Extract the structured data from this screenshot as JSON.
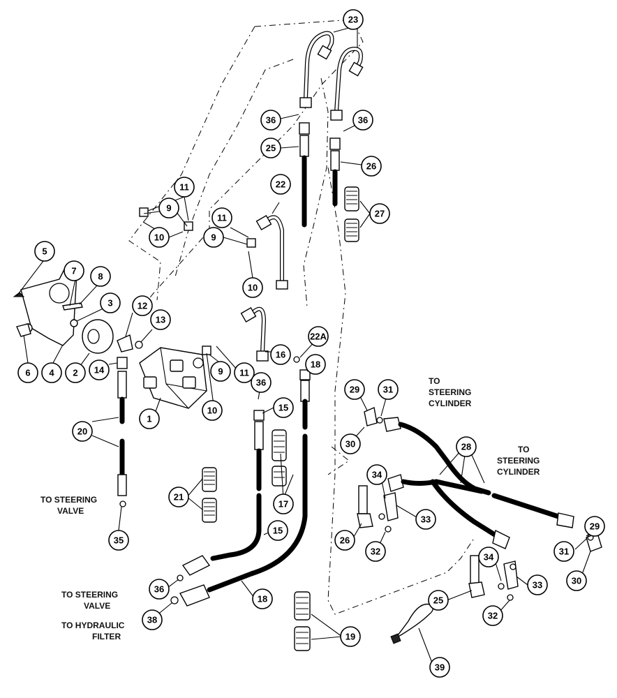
{
  "labels": {
    "to_steering_cylinder_1": [
      "TO",
      "STEERING",
      "CYLINDER"
    ],
    "to_steering_cylinder_2": [
      "TO",
      "STEERING",
      "CYLINDER"
    ],
    "to_steering_valve_1": [
      "TO STEERING",
      "VALVE"
    ],
    "to_steering_valve_2": [
      "TO STEERING",
      "VALVE"
    ],
    "to_hydraulic_filter": [
      "TO HYDRAULIC",
      "FILTER"
    ]
  },
  "callouts": [
    "1",
    "2",
    "3",
    "4",
    "5",
    "6",
    "7",
    "8",
    "9",
    "10",
    "11",
    "12",
    "13",
    "14",
    "15",
    "16",
    "17",
    "18",
    "19",
    "20",
    "21",
    "22",
    "22A",
    "23",
    "25",
    "26",
    "27",
    "28",
    "29",
    "30",
    "31",
    "32",
    "33",
    "34",
    "35",
    "36",
    "38",
    "39"
  ]
}
